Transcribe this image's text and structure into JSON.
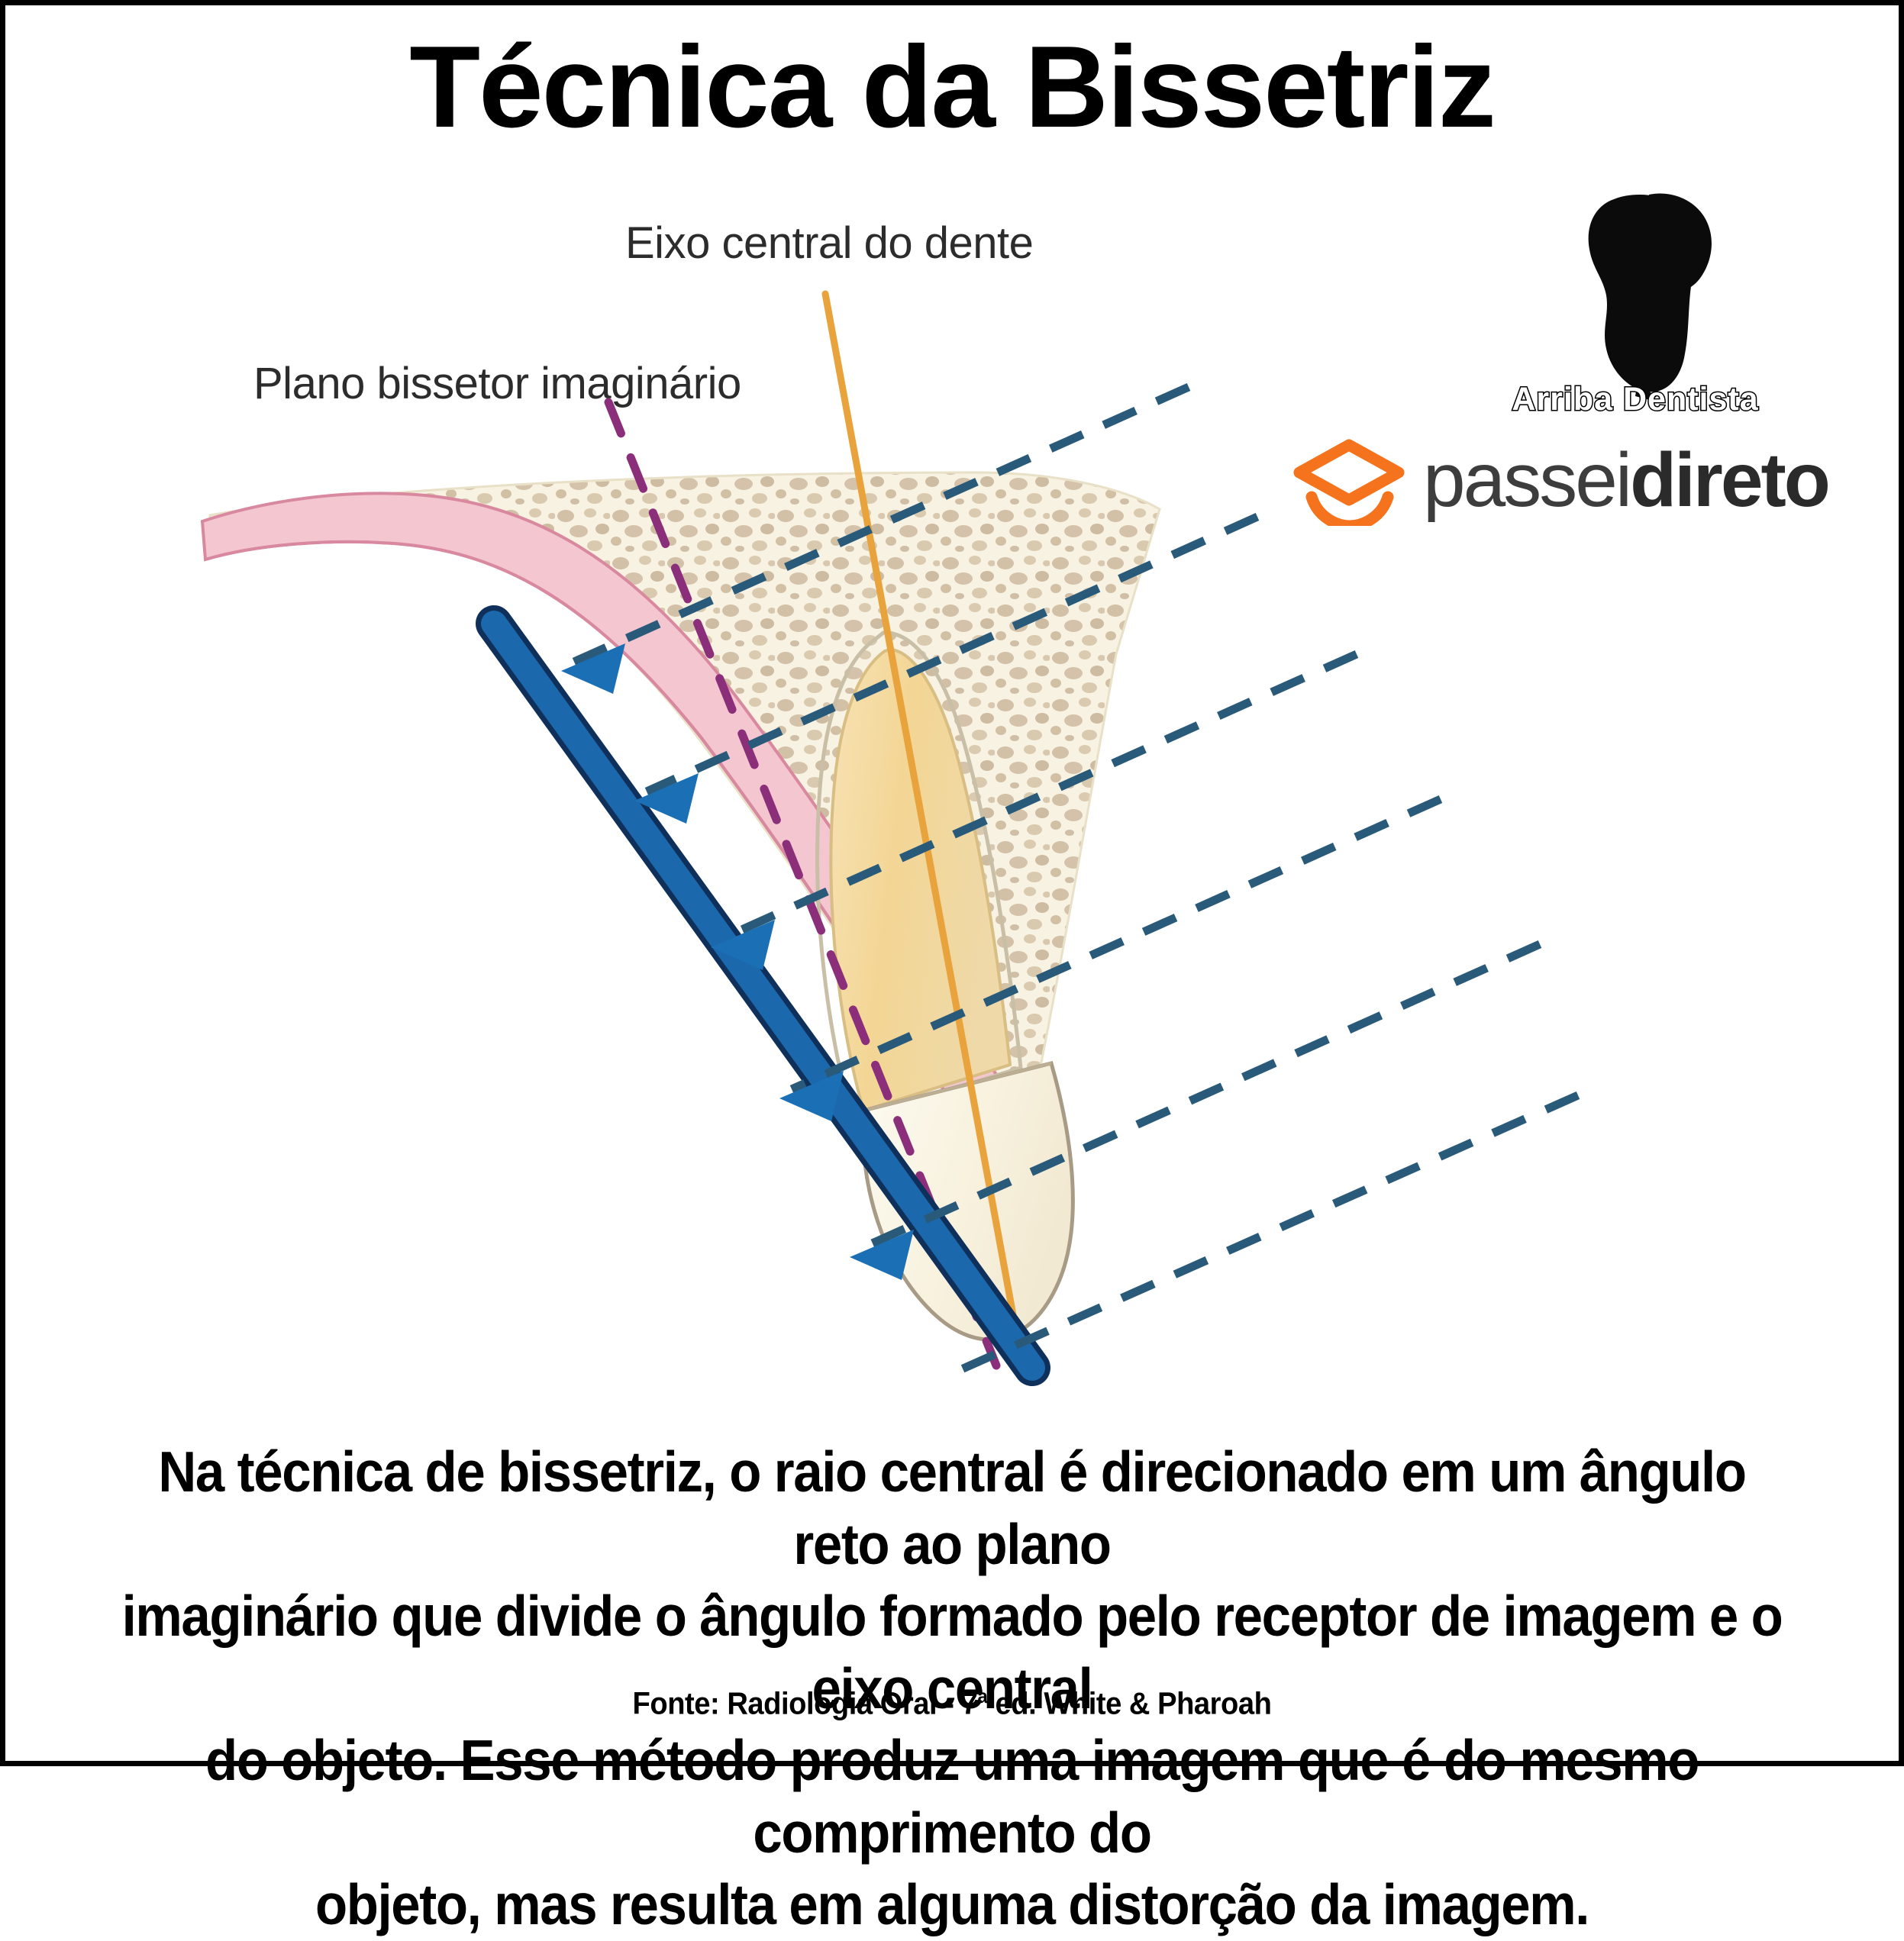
{
  "title": "Técnica da Bissetriz",
  "diagram": {
    "labels": {
      "central_axis": "Eixo central do dente",
      "bisecting_plane": "Plano bissetor imaginário"
    },
    "colors": {
      "bone": "#F6F1E0",
      "trabeculae": "#C9B79B",
      "gingiva": "#F2C3CE",
      "gingiva_outline": "#D9899F",
      "receptor_fill": "#1C68AC",
      "receptor_outline": "#10305C",
      "beam_dashed": "#2A5A7A",
      "arrow": "#1A6FB5",
      "bisector_dashed": "#8B2F7A",
      "tooth_axis": "#E8A33D",
      "root": "#F4D79A",
      "crown": "#FAF6E8"
    },
    "beam_count": 6,
    "arrow_count": 5
  },
  "logos": {
    "arriba": {
      "text": "Arriba Dentista",
      "icon": "tooth-silhouette"
    },
    "passeidireto": {
      "light": "passei",
      "bold": "direto",
      "icon": "graduation-cap-icon",
      "accent": "#F4731C"
    }
  },
  "caption": {
    "line1": "Na técnica de bissetriz, o raio central é direcionado em um ângulo reto ao plano",
    "line2": "imaginário que divide o ângulo formado pelo receptor de imagem e o eixo central",
    "line3": "do objeto. Esse método produz uma imagem que é do mesmo comprimento do",
    "line4": "objeto, mas resulta em alguma distorção da imagem."
  },
  "source": {
    "prefix": "Fonte: Radiologia Oral - 7",
    "ordinal": "a",
    "suffix": " ed. White & Pharoah"
  }
}
